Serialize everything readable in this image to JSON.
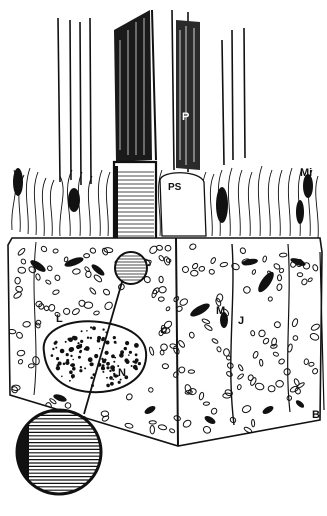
{
  "labels": {
    "p": "P",
    "ps": "PS",
    "mi": "Mi",
    "m": "M",
    "l": "L",
    "j": "J",
    "n": "N",
    "b": "B"
  },
  "colors": {
    "ink": "#111111",
    "paper": "#ffffff"
  },
  "icons": {
    "magnifier": "magnified-circle-inset"
  }
}
